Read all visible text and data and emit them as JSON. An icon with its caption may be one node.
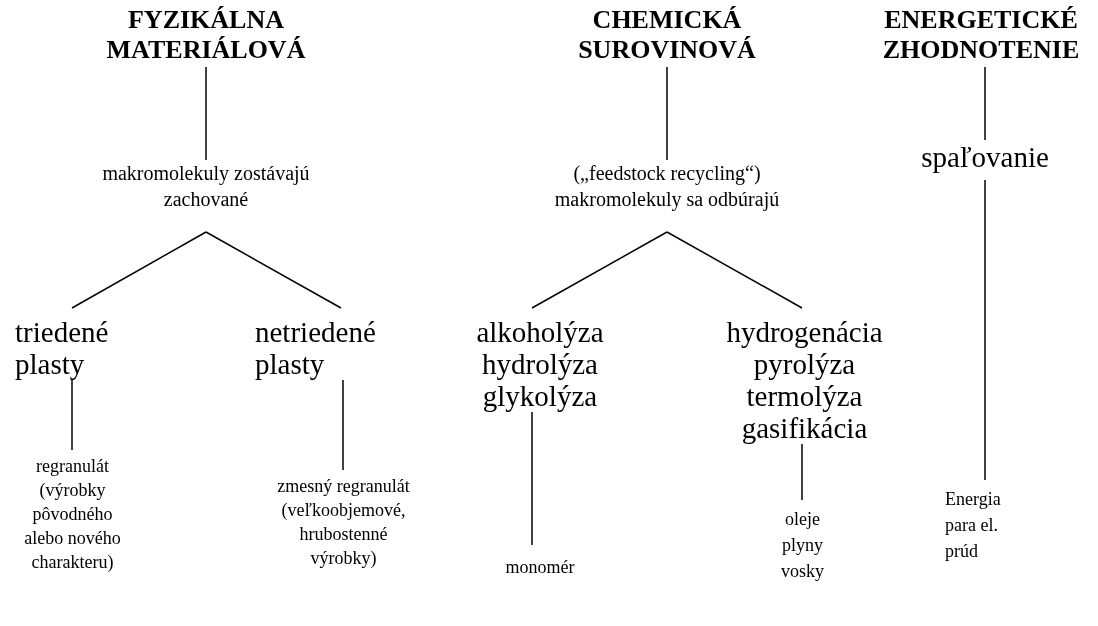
{
  "diagram": {
    "nodes": [
      {
        "text": [
          "FYZIKÁLNA MATERIÁLOVÁ"
        ]
      },
      {
        "text": [
          "CHEMICKÁ SUROVINOVÁ"
        ]
      },
      {
        "text": [
          "ENERGETICKÉ ZHODNOTENIE"
        ]
      },
      {
        "text": [
          "makromolekuly zostávajú zachované"
        ]
      },
      {
        "text": [
          "(„feedstock recycling“) makromolekuly sa odbúrajú"
        ]
      },
      {
        "text": [
          "spaľovanie"
        ]
      },
      {
        "text": [
          "triedené plasty"
        ]
      },
      {
        "text": [
          "netriedené plasty"
        ]
      },
      {
        "text": [
          "alkoholýza hydrolýza glykolýza"
        ]
      },
      {
        "text": [
          "hydrogenácia pyrolýza termolýza gasifikácia"
        ]
      },
      {
        "text": [
          "regranulát (výrobky pôvodného alebo nového charakteru)"
        ]
      },
      {
        "text": [
          "zmesný regranulát (veľkoobjemové, hrubostenné výrobky)"
        ]
      },
      {
        "text": [
          "monomér"
        ]
      },
      {
        "text": [
          "oleje plyny vosky"
        ]
      },
      {
        "text": [
          "Energia para el. prúd"
        ]
      }
    ],
    "edges": [
      {
        "from": 0,
        "to": 3,
        "arrow": "none"
      },
      {
        "from": 1,
        "to": 4,
        "arrow": "none"
      },
      {
        "from": 2,
        "to": 5,
        "arrow": "none"
      },
      {
        "from": 3,
        "to": 6,
        "arrow": "none"
      },
      {
        "from": 3,
        "to": 7,
        "arrow": "none"
      },
      {
        "from": 4,
        "to": 8,
        "arrow": "none"
      },
      {
        "from": 4,
        "to": 9,
        "arrow": "none"
      },
      {
        "from": 6,
        "to": 10,
        "arrow": "none"
      },
      {
        "from": 7,
        "to": 11,
        "arrow": "none"
      },
      {
        "from": 8,
        "to": 12,
        "arrow": "none"
      },
      {
        "from": 9,
        "to": 13,
        "arrow": "none"
      },
      {
        "from": 5,
        "to": 14,
        "arrow": "none"
      }
    ]
  }
}
